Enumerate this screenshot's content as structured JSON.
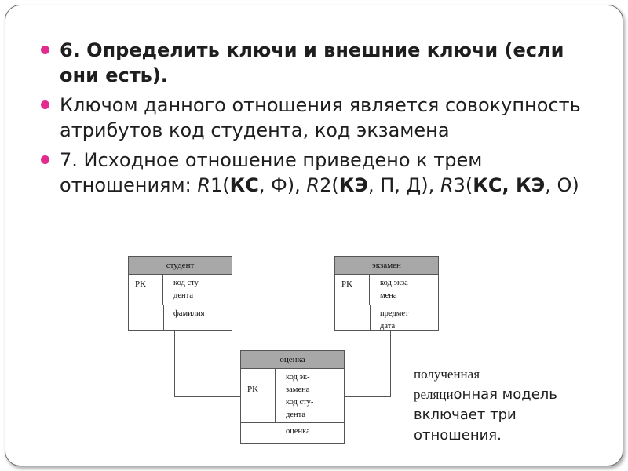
{
  "bullets": {
    "item1": "6. Определить ключи и внешние ключи (если они есть).",
    "item2": "Ключом данного отношения является совокупность атрибутов код студента, код экзамена",
    "item3": {
      "text_start": "7. Исходное отношение приведено  к трем отношениям: ",
      "r1_name": "R",
      "r1_num": "1(",
      "r1_key": "КС",
      "r1_rest": ", Ф), ",
      "r2_name": "R",
      "r2_num": "2(",
      "r2_key": "КЭ",
      "r2_rest": ", П, Д),",
      "r3_name": "R",
      "r3_num": "3(",
      "r3_key": "КС, КЭ",
      "r3_rest": ", О)"
    }
  },
  "diagram": {
    "student": {
      "header": "студент",
      "pk": "PK",
      "pk_line1": "код сту-",
      "pk_line2": "дента",
      "attr": "фамилия"
    },
    "exam": {
      "header": "экзамен",
      "pk": "PK",
      "pk_line1": "код экза-",
      "pk_line2": "мена",
      "attr_line1": "предмет",
      "attr_line2": "дата"
    },
    "grade": {
      "header": "оценка",
      "pk": "PK",
      "pk_line1": "код эк-",
      "pk_line2": "замена",
      "pk_line3": "код сту-",
      "pk_line4": "дента",
      "attr": "оценка"
    }
  },
  "caption": {
    "line1": "полученная",
    "line2_serif": "реляци",
    "line2_sans": "онная модель",
    "line3": "включает три",
    "line4": "отношения."
  },
  "colors": {
    "bullet": "#e32a8f",
    "header_fill": "#a8a8a8",
    "text": "#1e1e1e"
  }
}
